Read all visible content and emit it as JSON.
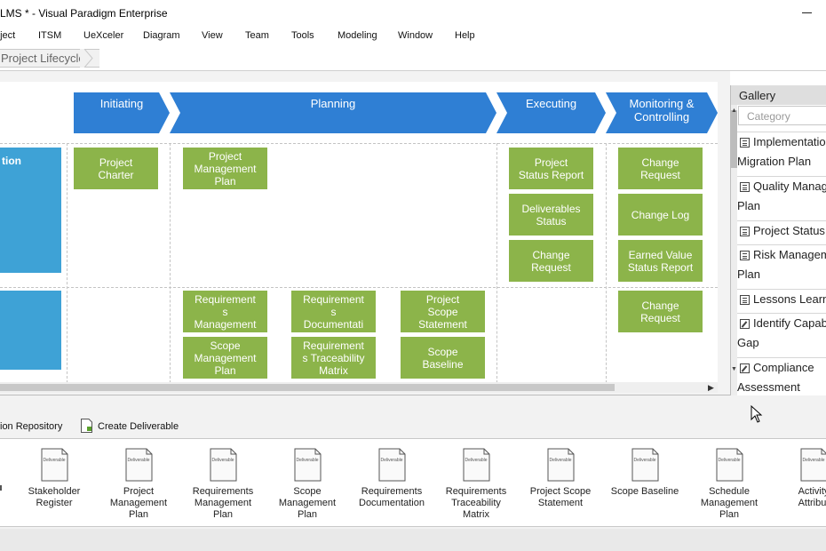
{
  "window": {
    "title": "LMS * - Visual Paradigm Enterprise"
  },
  "menu": [
    "oject",
    "ITSM",
    "UeXceler",
    "Diagram",
    "View",
    "Team",
    "Tools",
    "Modeling",
    "Window",
    "Help"
  ],
  "breadcrumb": {
    "label": "Project Lifecycle"
  },
  "diagram": {
    "phases": [
      "Initiating",
      "Planning",
      "Executing",
      "Monitoring &\nControlling"
    ],
    "lanes": [
      "tion",
      ""
    ],
    "tasks": {
      "project_charter": "Project\nCharter",
      "project_management_plan": "Project\nManagement\nPlan",
      "project_status_report": "Project\nStatus Report",
      "deliverables_status": "Deliverables\nStatus",
      "change_request_exec": "Change\nRequest",
      "change_request_mon1": "Change\nRequest",
      "change_log": "Change Log",
      "earned_value_status_report": "Earned Value\nStatus Report",
      "requirements_management": "Requirement\ns\nManagement",
      "scope_management_plan": "Scope\nManagement\nPlan",
      "requirements_documentation": "Requirement\ns\nDocumentati",
      "requirements_traceability_matrix": "Requirement\ns Traceability\nMatrix",
      "project_scope_statement": "Project\nScope\nStatement",
      "scope_baseline": "Scope\nBaseline",
      "change_request_mon2": "Change\nRequest"
    }
  },
  "gallery": {
    "title": "Gallery",
    "search_placeholder": "Category",
    "items": [
      {
        "line1": "Implementation",
        "line2": "Migration Plan",
        "icon": "list-icon"
      },
      {
        "line1": "Quality Manag",
        "line2": "Plan",
        "icon": "list-icon"
      },
      {
        "line1": "Project Status",
        "line2": "",
        "icon": "list-icon"
      },
      {
        "line1": "Risk Managem",
        "line2": "Plan",
        "icon": "list-icon"
      },
      {
        "line1": "Lessons Learn",
        "line2": "",
        "icon": "list-icon"
      },
      {
        "line1": "Identify Capab",
        "line2": "Gap",
        "icon": "edit-icon"
      },
      {
        "line1": "Compliance",
        "line2": "Assessment",
        "icon": "edit-icon"
      }
    ]
  },
  "bottom_panel": {
    "repository_label": "ion Repository",
    "create_deliverable_label": "Create Deliverable",
    "deliverable_icon_text": "Deliverable",
    "deliverables": [
      {
        "label": "Stakeholder\nRegister"
      },
      {
        "label": "Project\nManagement\nPlan"
      },
      {
        "label": "Requirements\nManagement\nPlan"
      },
      {
        "label": "Scope\nManagement\nPlan"
      },
      {
        "label": "Requirements\nDocumentation"
      },
      {
        "label": "Requirements\nTraceability\nMatrix"
      },
      {
        "label": "Project Scope\nStatement"
      },
      {
        "label": "Scope Baseline"
      },
      {
        "label": "Schedule\nManagement\nPlan"
      },
      {
        "label": "Activity\nAttribut"
      }
    ]
  },
  "colors": {
    "phase_blue": "#2f7fd4",
    "task_green": "#8cb44a",
    "lane_blue": "#3ea2d6"
  }
}
